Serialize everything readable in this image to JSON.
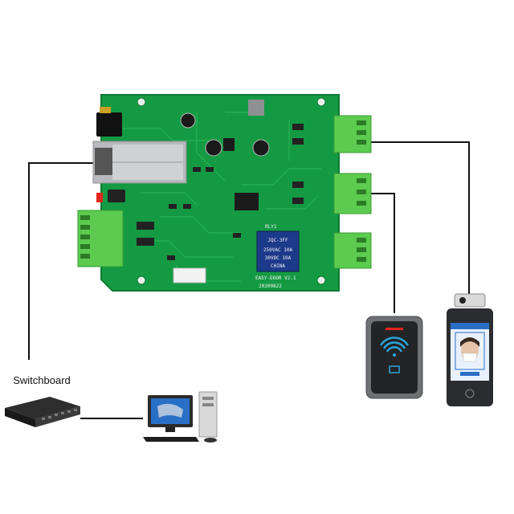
{
  "labels": {
    "switchboard": "Switchboard",
    "board_model": "EASY-DOOR V2.1",
    "board_date": "20200822",
    "relay_brand": "JQC-3FF",
    "relay_ref": "RLY1",
    "relay_specs": [
      "250VAC 10A",
      "30VDC 10A",
      "CHINA"
    ]
  },
  "colors": {
    "pcb": "#149a43",
    "pcb_edge": "#0e7a34",
    "terminal": "#5ccb4f",
    "wire": "#111111"
  },
  "icons": {
    "switch": "network-switch-icon",
    "computer": "desktop-computer-icon",
    "card_reader": "rfid-card-reader-icon",
    "face_terminal": "face-recognition-terminal-icon"
  }
}
